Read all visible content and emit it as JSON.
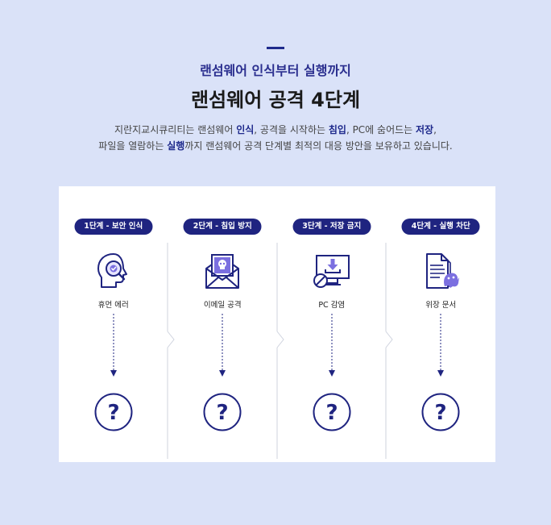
{
  "header": {
    "eyebrow": "랜섬웨어 인식부터 실행까지",
    "title": "랜섬웨어 공격 4단계",
    "desc_line1": [
      {
        "t": "지란지교시큐리티는 랜섬웨어 ",
        "b": false
      },
      {
        "t": "인식",
        "b": true
      },
      {
        "t": ", 공격을 시작하는 ",
        "b": false
      },
      {
        "t": "침입",
        "b": true
      },
      {
        "t": ", PC에 숨어드는 ",
        "b": false
      },
      {
        "t": "저장",
        "b": true
      },
      {
        "t": ",",
        "b": false
      }
    ],
    "desc_line2": [
      {
        "t": "파일을 열람하는 ",
        "b": false
      },
      {
        "t": "실행",
        "b": true
      },
      {
        "t": "까지 랜섬웨어 공격 단계별 최적의 대응 방안을 보유하고 있습니다.",
        "b": false
      }
    ]
  },
  "stages": [
    {
      "pill": "1단계 - 보안 인식",
      "label": "휴먼 에러",
      "icon": "head-check-icon",
      "q": "?"
    },
    {
      "pill": "2단계 - 침입 방지",
      "label": "이메일 공격",
      "icon": "skull-envelope-icon",
      "q": "?"
    },
    {
      "pill": "3단계 - 저장 금지",
      "label": "PC 감염",
      "icon": "monitor-download-block-icon",
      "q": "?"
    },
    {
      "pill": "4단계 - 실행 차단",
      "label": "위장 문서",
      "icon": "document-ghost-icon",
      "q": "?"
    }
  ],
  "colors": {
    "background": "#dae2f8",
    "accent": "#1f2480",
    "accent_light": "#7b6fe0"
  }
}
